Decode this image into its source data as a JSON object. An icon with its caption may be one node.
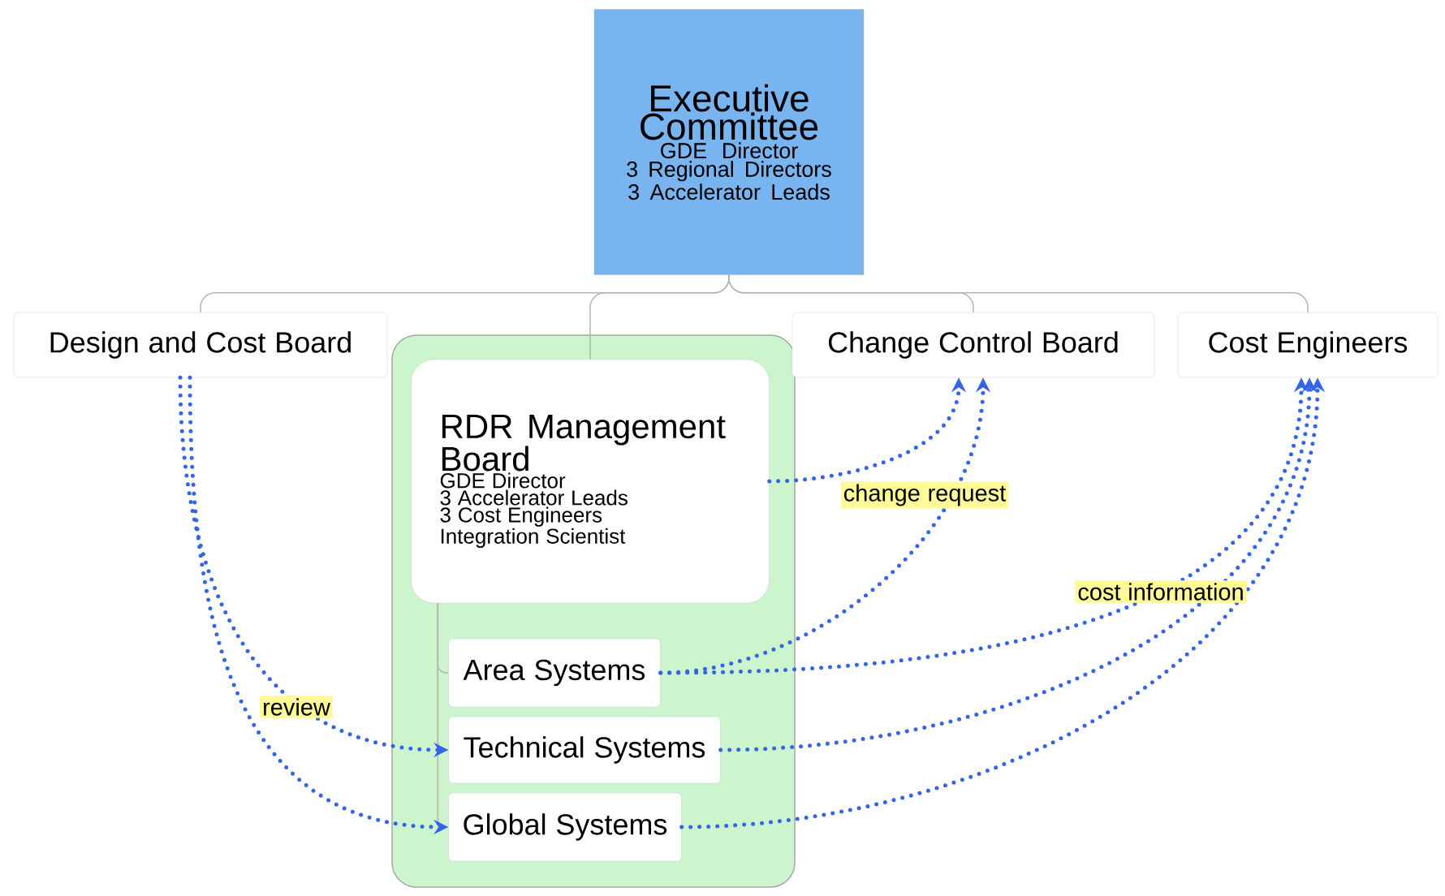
{
  "diagram": {
    "nodes": [
      {
        "text": [
          "Executive Committee",
          "GDE Director",
          "3 Regional Directors",
          "3 Accelerator Leads"
        ]
      },
      {
        "text": [
          "Design and Cost Board"
        ]
      },
      {
        "text": [],
        "shape": "box"
      },
      {
        "text": [
          "RDR Management Board",
          "GDE Director",
          "3 Accelerator Leads",
          "3 Cost Engineers",
          "Integration Scientist"
        ],
        "in": 2
      },
      {
        "text": [
          "Change Control Board"
        ]
      },
      {
        "text": [
          "Cost Engineers"
        ]
      },
      {
        "text": [
          "Area Systems"
        ],
        "in": 2
      },
      {
        "text": [
          "Technical Systems"
        ],
        "in": 2
      },
      {
        "text": [
          "Global Systems"
        ],
        "in": 2
      }
    ],
    "edges": [
      {
        "from": 0,
        "to": 1,
        "arrow": "none",
        "color": "#b4b4b4"
      },
      {
        "from": 0,
        "to": 3,
        "arrow": "none",
        "color": "#b4b4b4"
      },
      {
        "from": 0,
        "to": 4,
        "arrow": "none",
        "color": "#b4b4b4"
      },
      {
        "from": 0,
        "to": 5,
        "arrow": "none",
        "color": "#b4b4b4"
      },
      {
        "from": 3,
        "to": 6,
        "arrow": "none",
        "color": "#b4b4b4"
      },
      {
        "from": 3,
        "to": 7,
        "arrow": "none",
        "color": "#b4b4b4"
      },
      {
        "from": 3,
        "to": 8,
        "arrow": "none",
        "color": "#b4b4b4"
      },
      {
        "from": 1,
        "to": 7,
        "arrow": "to",
        "style": "dashed",
        "color": "#3366e6",
        "label": "review"
      },
      {
        "from": 1,
        "to": 8,
        "arrow": "to",
        "style": "dashed",
        "color": "#3366e6"
      },
      {
        "from": 3,
        "to": 4,
        "arrow": "to",
        "style": "dashed",
        "color": "#3366e6",
        "label": "change request"
      },
      {
        "from": 6,
        "to": 4,
        "arrow": "to",
        "style": "dashed",
        "color": "#3366e6"
      },
      {
        "from": 6,
        "to": 5,
        "arrow": "to",
        "style": "dashed",
        "color": "#3366e6",
        "label": "cost information"
      },
      {
        "from": 7,
        "to": 5,
        "arrow": "to",
        "style": "dashed",
        "color": "#3366e6"
      },
      {
        "from": 8,
        "to": 5,
        "arrow": "to",
        "style": "dashed",
        "color": "#3366e6"
      }
    ]
  }
}
